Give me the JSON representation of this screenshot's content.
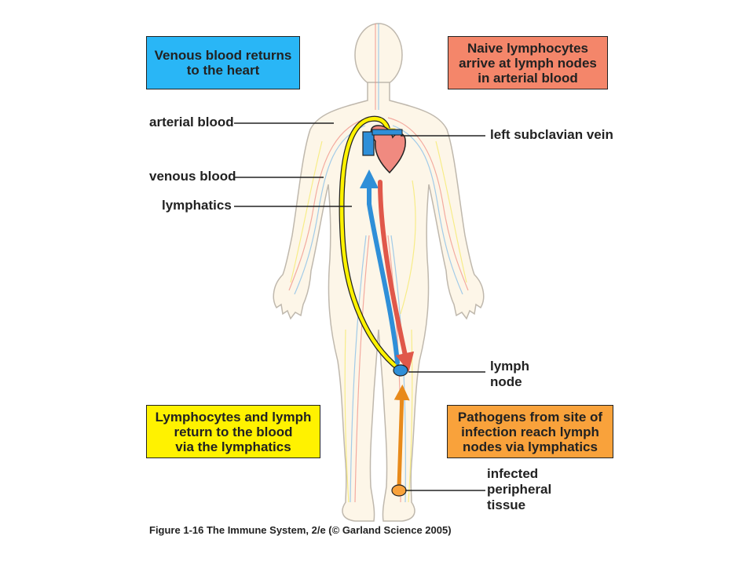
{
  "boxes": {
    "venous": "Venous blood returns\nto the heart",
    "naive": "Naive lymphocytes\narrive at lymph nodes\nin arterial blood",
    "lymphocytes": "Lymphocytes and lymph\nreturn to the blood\nvia the lymphatics",
    "pathogens": "Pathogens from site of\ninfection reach lymph\nnodes via lymphatics"
  },
  "labels": {
    "arterial_blood": "arterial blood",
    "venous_blood": "venous blood",
    "lymphatics": "lymphatics",
    "left_subclavian_vein": "left subclavian vein",
    "lymph_node": "lymph\nnode",
    "infected_peripheral_tissue": "infected\nperipheral\ntissue"
  },
  "caption": "Figure 1-16 The Immune System, 2/e (© Garland Science 2005)",
  "colors": {
    "venous_box": "#29b6f6",
    "naive_box": "#f4866a",
    "lymphocytes_box": "#fff200",
    "pathogens_box": "#f9a23b",
    "artery": "#f08a80",
    "vein": "#7cb9e8",
    "lymph": "#f5e960",
    "body_fill": "#fdf6e8",
    "body_outline": "#bfb8ad"
  }
}
